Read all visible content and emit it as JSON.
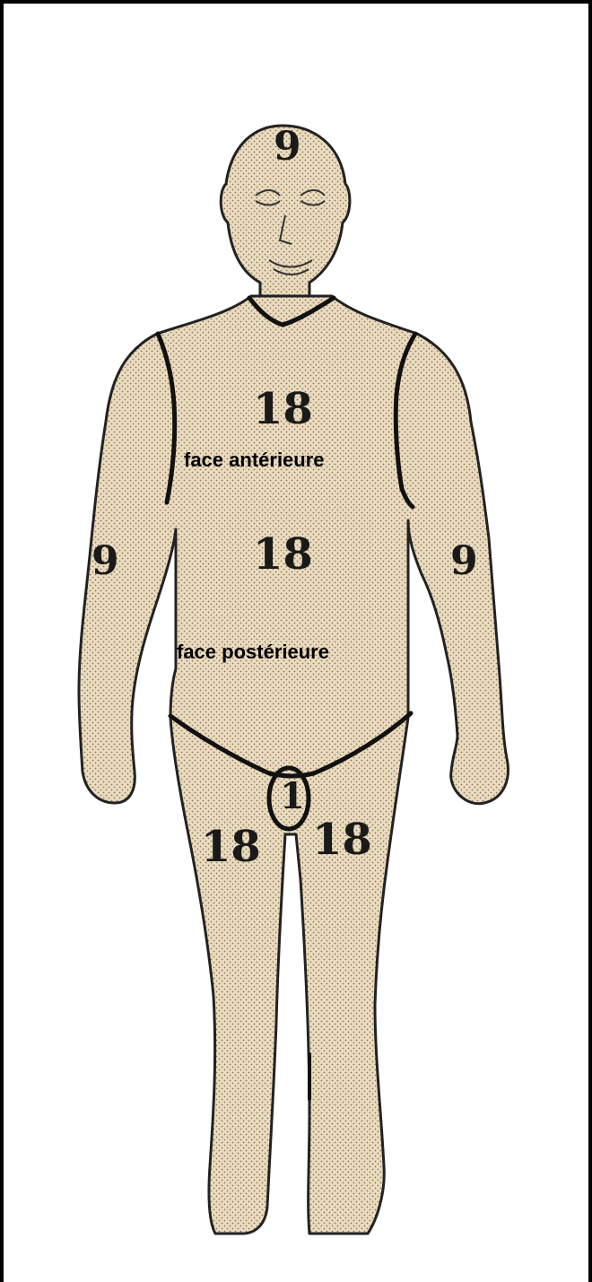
{
  "diagram": {
    "labels": {
      "head": "9",
      "chest": "18",
      "abdomen": "18",
      "left_arm": "9",
      "right_arm": "9",
      "perineum": "1",
      "left_leg": "18",
      "right_leg": "18",
      "front_face": "face antérieure",
      "back_face": "face postérieure"
    },
    "colors": {
      "skin": "#ebdcbf",
      "outline": "#111111",
      "frame": "#000000"
    }
  }
}
